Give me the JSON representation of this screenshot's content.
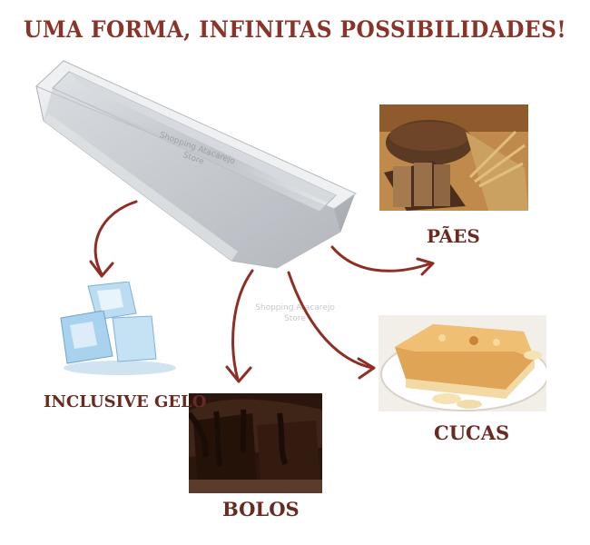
{
  "headline": "UMA FORMA, INFINITAS POSSIBILIDADES!",
  "labels": {
    "paes": "PÃES",
    "gelo": "INCLUSIVE GELO",
    "bolos": "BOLOS",
    "cucas": "CUCAS"
  },
  "watermark": {
    "line1": "Shopping Atacarejo",
    "line2": "Store"
  },
  "colors": {
    "headline": "#8a3328",
    "labels": "#6a2a22",
    "arrows": "#8e2f25",
    "background": "#ffffff"
  }
}
